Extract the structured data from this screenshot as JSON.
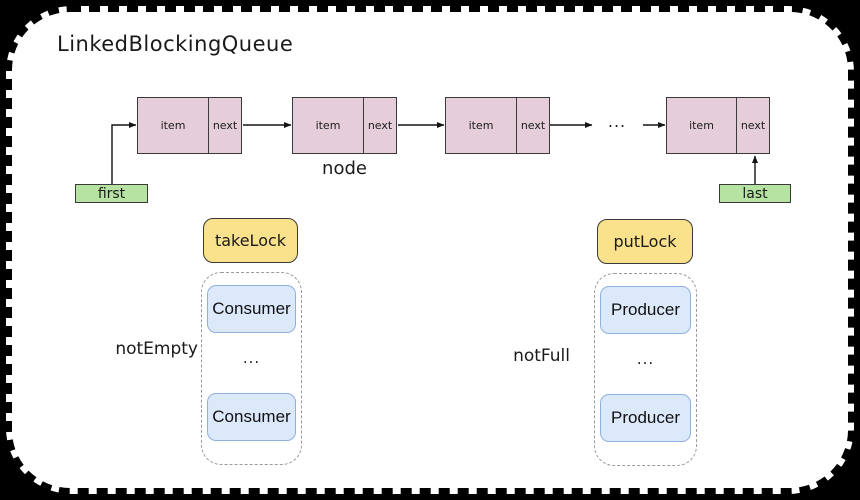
{
  "title": "LinkedBlockingQueue",
  "queue": {
    "caption": "node",
    "first_label": "first",
    "last_label": "last",
    "ellipsis": "...",
    "nodes": [
      {
        "item": "item",
        "next": "next"
      },
      {
        "item": "item",
        "next": "next"
      },
      {
        "item": "item",
        "next": "next"
      },
      {
        "item": "item",
        "next": "next"
      }
    ]
  },
  "locks": {
    "take": {
      "label": "takeLock",
      "condition": "notEmpty",
      "ellipsis": "...",
      "waiters": [
        "Consumer",
        "Consumer"
      ]
    },
    "put": {
      "label": "putLock",
      "condition": "notFull",
      "ellipsis": "...",
      "waiters": [
        "Producer",
        "Producer"
      ]
    }
  },
  "colors": {
    "node_fill": "#e6cdda",
    "pointer_fill": "#b7e3a2",
    "lock_fill": "#fae18c",
    "waiter_fill": "#dce9fb",
    "waiter_border": "#8fb0dd",
    "stroke": "#3a3a3a"
  }
}
